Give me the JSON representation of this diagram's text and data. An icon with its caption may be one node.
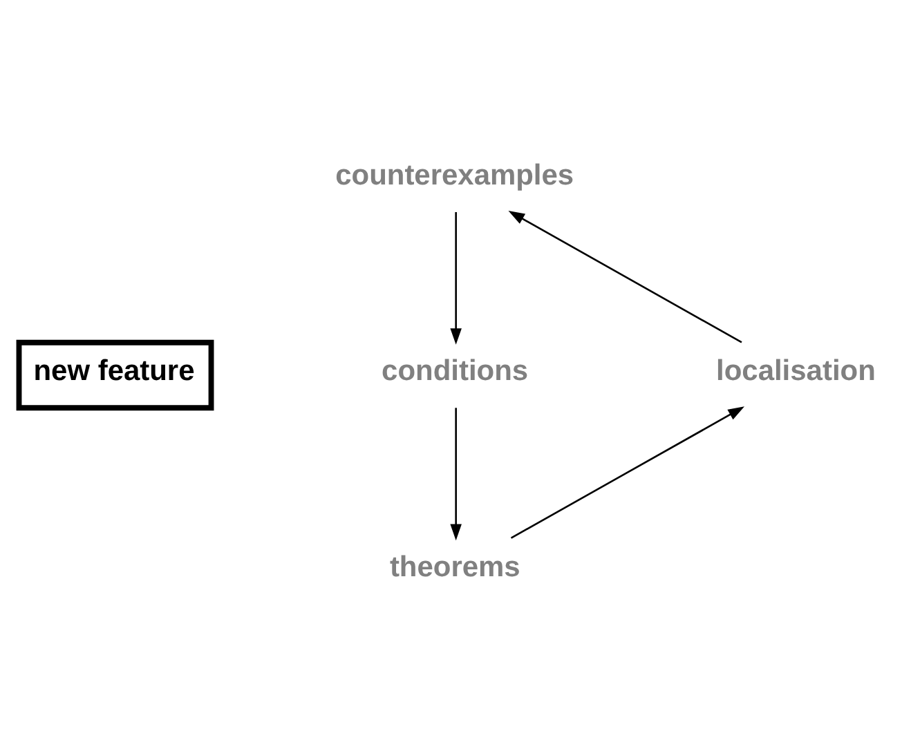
{
  "diagram": {
    "nodes": [
      {
        "text": [
          "new feature"
        ]
      },
      {
        "text": [
          "counterexamples"
        ]
      },
      {
        "text": [
          "conditions"
        ]
      },
      {
        "text": [
          "theorems"
        ]
      },
      {
        "text": [
          "localisation"
        ]
      }
    ],
    "edges": [
      {
        "from": 1,
        "to": 2,
        "arrow": "to"
      },
      {
        "from": 2,
        "to": 3,
        "arrow": "to"
      },
      {
        "from": 3,
        "to": 4,
        "arrow": "to"
      },
      {
        "from": 4,
        "to": 1,
        "arrow": "to"
      }
    ]
  }
}
